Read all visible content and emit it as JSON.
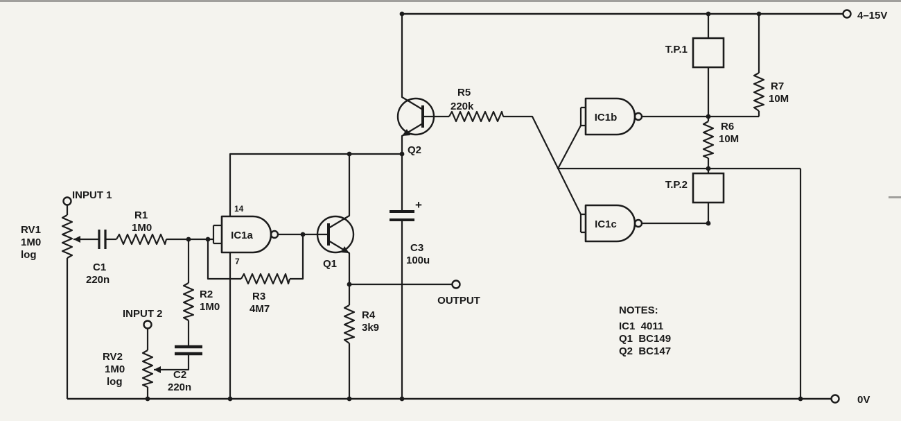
{
  "terminals": {
    "supply": "4–15V",
    "ground": "0V",
    "input1": "INPUT 1",
    "input2": "INPUT 2",
    "output": "OUTPUT"
  },
  "components": {
    "rv1": {
      "name": "RV1",
      "value": "1M0",
      "taper": "log"
    },
    "rv2": {
      "name": "RV2",
      "value": "1M0",
      "taper": "log"
    },
    "r1": {
      "name": "R1",
      "value": "1M0"
    },
    "r2": {
      "name": "R2",
      "value": "1M0"
    },
    "r3": {
      "name": "R3",
      "value": "4M7"
    },
    "r4": {
      "name": "R4",
      "value": "3k9"
    },
    "r5": {
      "name": "R5",
      "value": "220k"
    },
    "r6": {
      "name": "R6",
      "value": "10M"
    },
    "r7": {
      "name": "R7",
      "value": "10M"
    },
    "c1": {
      "name": "C1",
      "value": "220n"
    },
    "c2": {
      "name": "C2",
      "value": "220n"
    },
    "c3": {
      "name": "C3",
      "value": "100u",
      "polarity": "+"
    },
    "q1": {
      "name": "Q1"
    },
    "q2": {
      "name": "Q2"
    },
    "ic1a": {
      "name": "IC1a",
      "pin_power": "14",
      "pin_ground": "7"
    },
    "ic1b": {
      "name": "IC1b"
    },
    "ic1c": {
      "name": "IC1c"
    },
    "tp1": {
      "name": "T.P.1"
    },
    "tp2": {
      "name": "T.P.2"
    }
  },
  "notes": {
    "heading": "NOTES:",
    "lines": [
      "IC1  4011",
      "Q1  BC149",
      "Q2  BC147"
    ]
  }
}
